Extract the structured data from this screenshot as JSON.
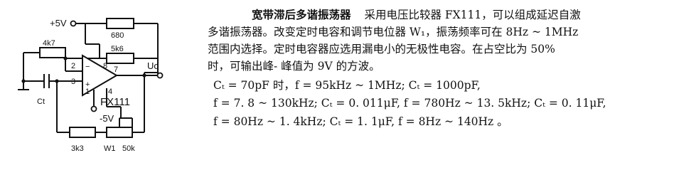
{
  "circuit": {
    "vcc_label": "+5V",
    "vee_label": "-5V",
    "output_label": "Uo",
    "r_top": "680",
    "r_feedback": "5k6",
    "r_input": "4k7",
    "r_bottom": "3k3",
    "pot_label": "W1",
    "pot_value": "50k",
    "cap_label": "Ct",
    "ic_label": "FX111",
    "pins": [
      "2",
      "3",
      "8",
      "7",
      "4",
      "1"
    ]
  },
  "text": {
    "title": "宽带滞后多谐振荡器",
    "line1_rest": "采用电压比较器 FX111，可以组成延迟自激",
    "line2": "多谐振荡器。改变定时电容和调节电位器 W₁，振荡频率可在 8Hz ~ 1MHz",
    "line3": "范围内选择。定时电容器应选用漏电小的无极性电容。在占空比为 50%",
    "line4": "时，可输出峰- 峰值为 9V 的方波。",
    "line5": "Cₜ = 70pF 时，f = 95kHz ~ 1MHz; Cₜ = 1000pF,",
    "line6": "f  = 7. 8 ~ 130kHz;   Cₜ = 0. 011μF,   f = 780Hz ~ 13. 5kHz;  Cₜ = 0. 11μF,",
    "line7": "f  = 80Hz ~ 1. 4kHz;  Cₜ = 1. 1μF, f = 8Hz ~ 140Hz  。"
  }
}
